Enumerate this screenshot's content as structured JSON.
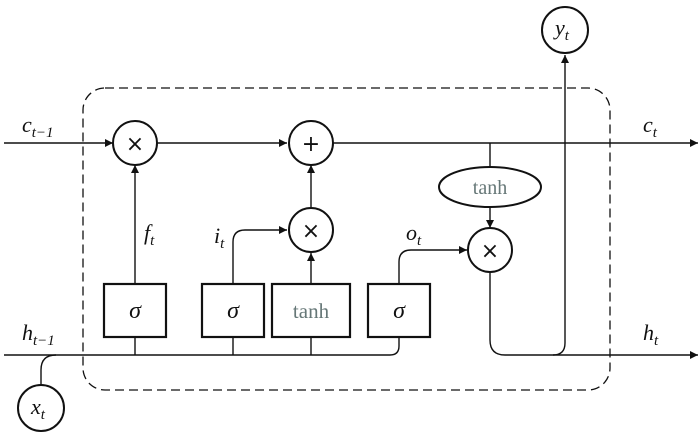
{
  "labels": {
    "c_prev": {
      "base": "c",
      "sub": "t−1"
    },
    "c_next": {
      "base": "c",
      "sub": "t"
    },
    "h_prev": {
      "base": "h",
      "sub": "t−1"
    },
    "h_next": {
      "base": "h",
      "sub": "t"
    },
    "x": {
      "base": "x",
      "sub": "t"
    },
    "y": {
      "base": "y",
      "sub": "t"
    },
    "f": {
      "base": "f",
      "sub": "t"
    },
    "i": {
      "base": "i",
      "sub": "t"
    },
    "o": {
      "base": "o",
      "sub": "t"
    }
  },
  "operators": {
    "multiply": "×",
    "add": "+",
    "sigma": "σ",
    "tanh": "tanh"
  }
}
